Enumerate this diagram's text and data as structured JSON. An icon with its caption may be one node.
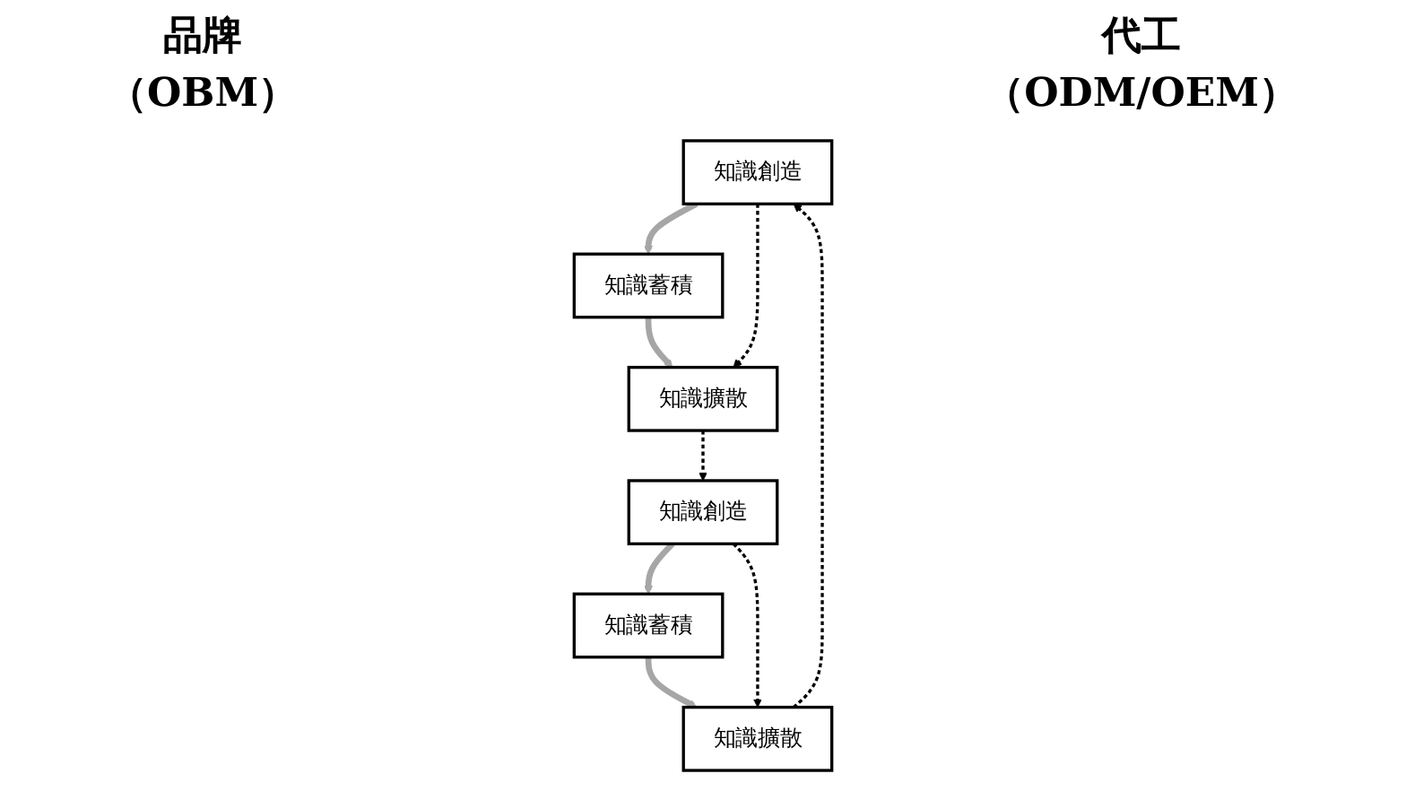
{
  "diagram": {
    "nodes": [
      {
        "text": [
          "知識創造"
        ]
      },
      {
        "text": [
          "知識蓄積"
        ]
      },
      {
        "text": [
          "知識擴散"
        ]
      },
      {
        "text": [
          "知識創造"
        ]
      },
      {
        "text": [
          "知識蓄積"
        ]
      },
      {
        "text": [
          "知識擴散"
        ]
      }
    ],
    "edges": [
      {
        "from": 0,
        "to": 1,
        "arrow": "to",
        "style": "thick",
        "color": "#a6a6a6"
      },
      {
        "from": 1,
        "to": 2,
        "arrow": "to",
        "style": "thick",
        "color": "#a6a6a6"
      },
      {
        "from": 3,
        "to": 4,
        "arrow": "to",
        "style": "thick",
        "color": "#a6a6a6"
      },
      {
        "from": 4,
        "to": 5,
        "arrow": "to",
        "style": "thick",
        "color": "#a6a6a6"
      },
      {
        "from": 0,
        "to": 2,
        "arrow": "to",
        "style": "dashed",
        "color": "#000000"
      },
      {
        "from": 2,
        "to": 3,
        "arrow": "to",
        "style": "dashed",
        "color": "#000000"
      },
      {
        "from": 3,
        "to": 5,
        "arrow": "to",
        "style": "dashed",
        "color": "#000000"
      },
      {
        "from": 5,
        "to": 0,
        "arrow": "to",
        "style": "dashed",
        "color": "#000000"
      }
    ],
    "labels": [
      "品牌",
      "代工",
      "（OBM）",
      "（ODM/OEM）"
    ]
  }
}
